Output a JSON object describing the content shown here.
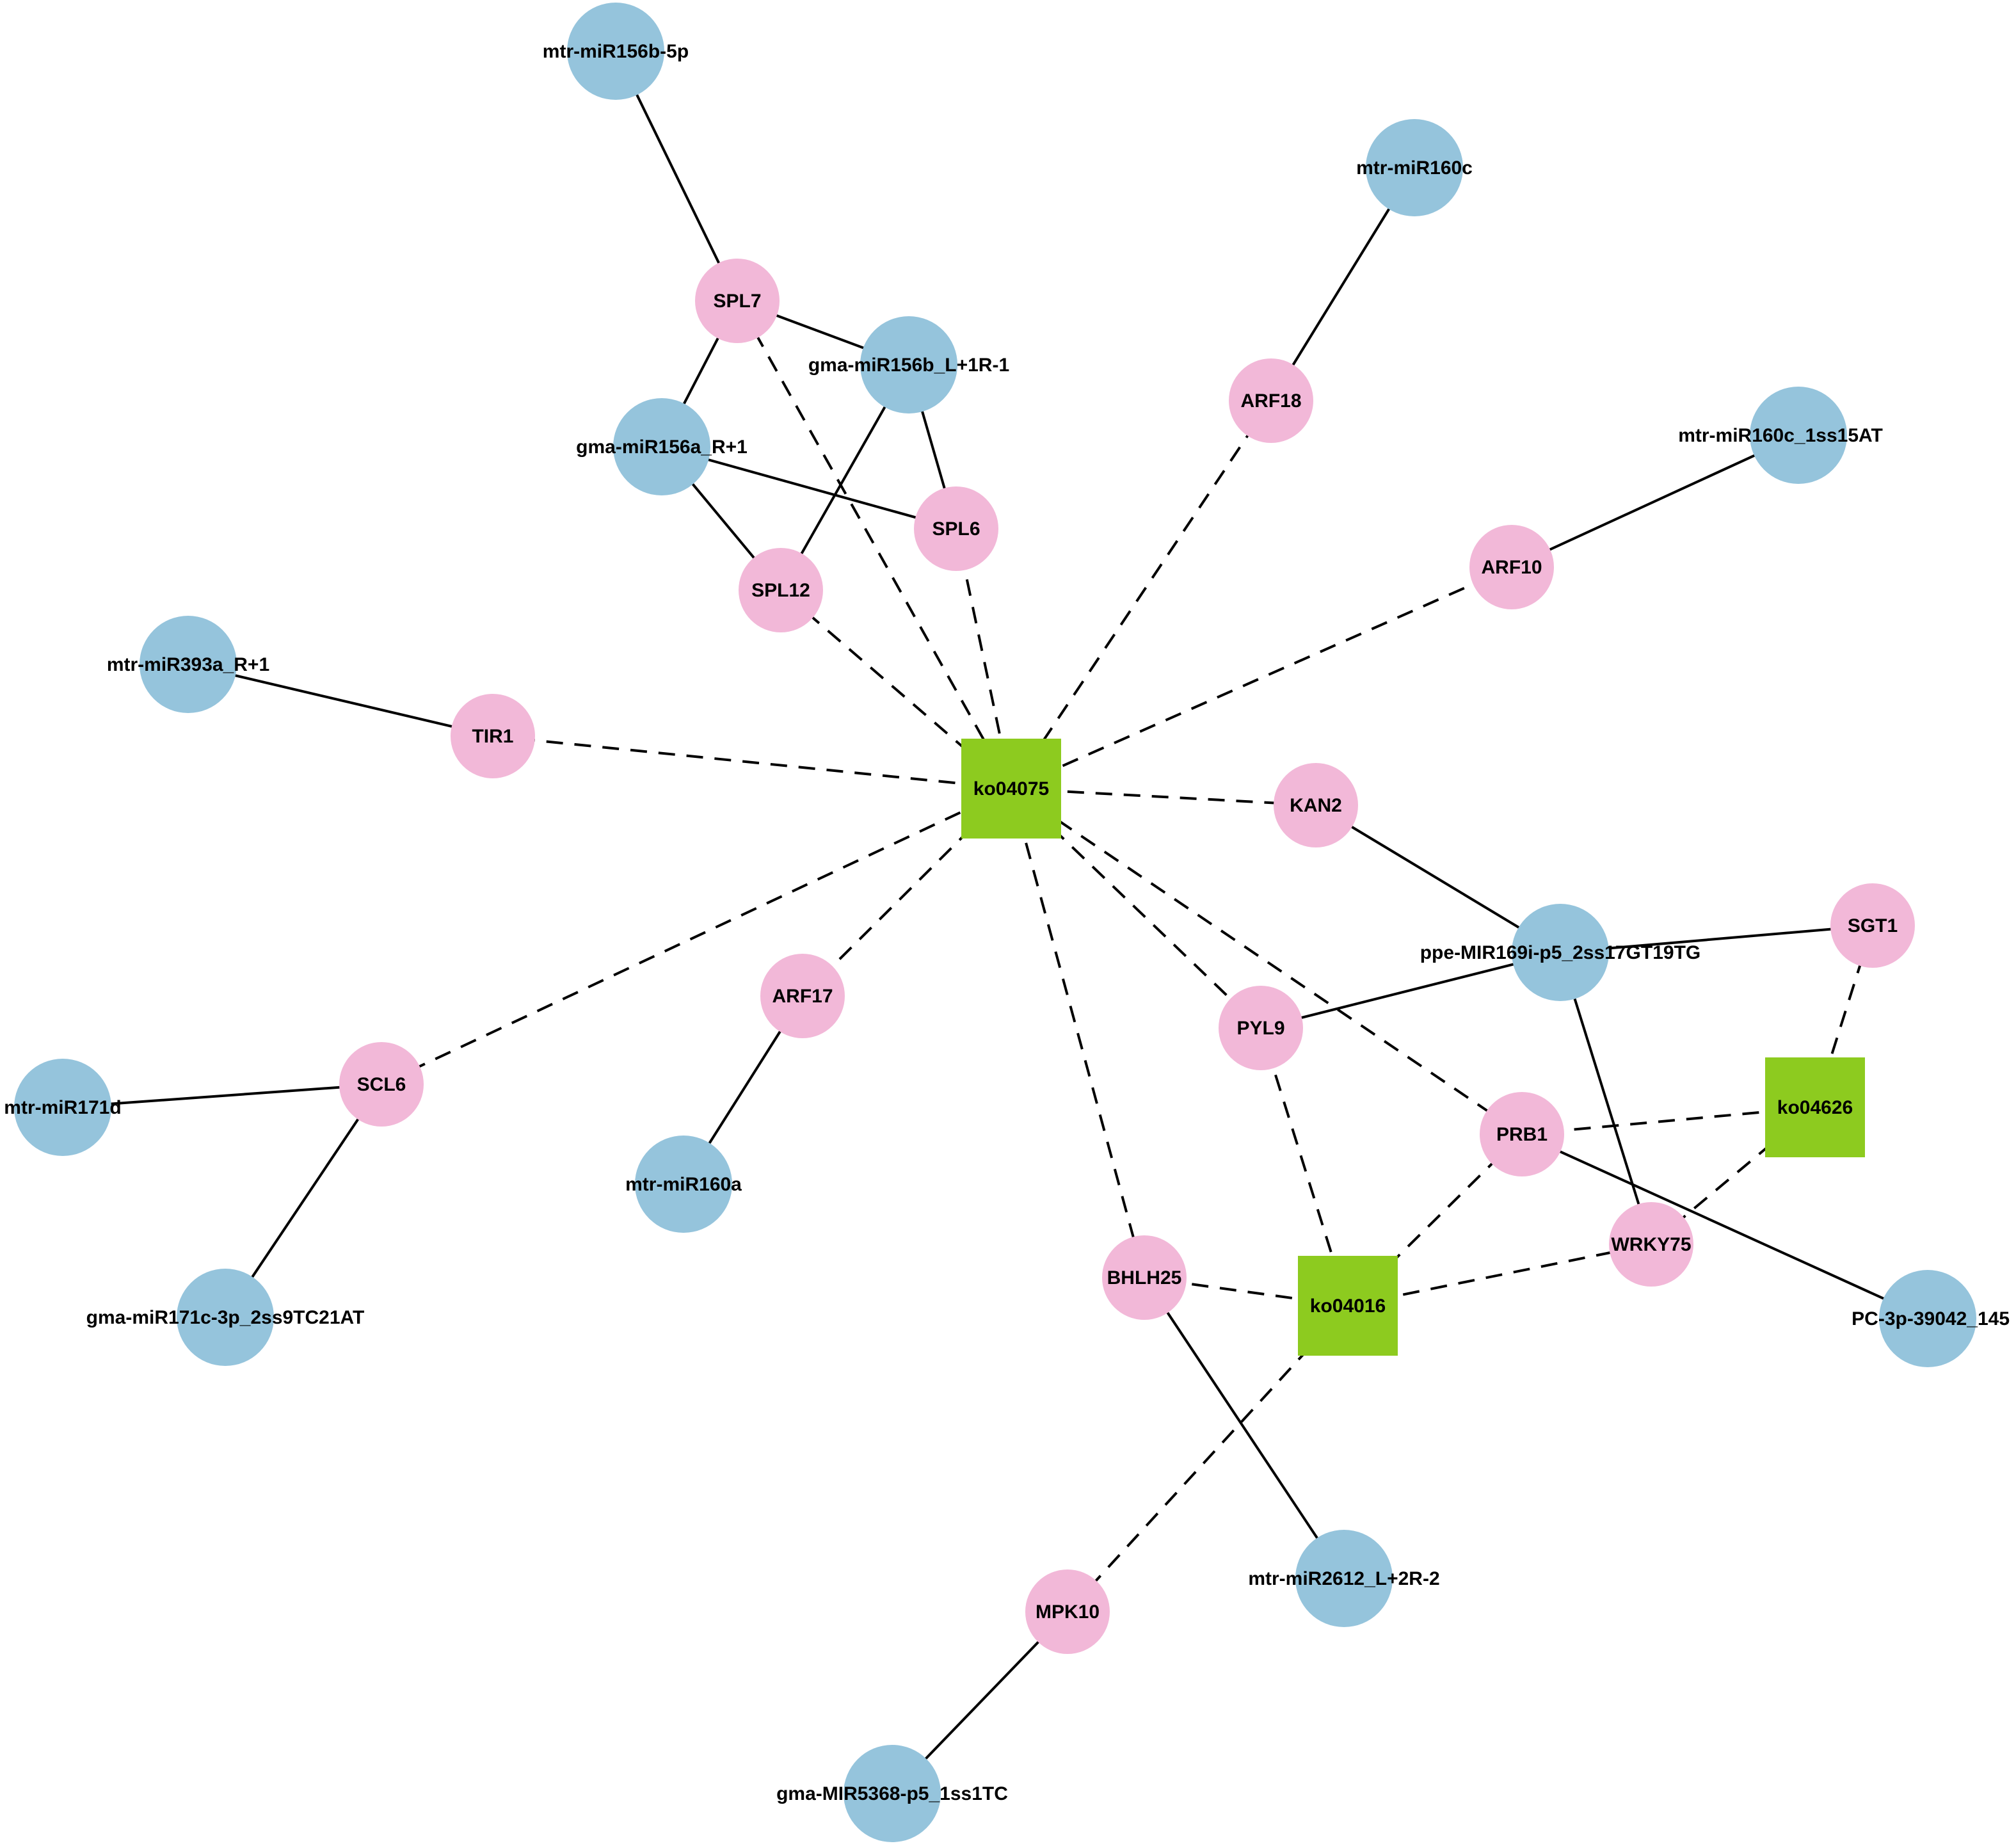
{
  "colors": {
    "mirna": "#95c4dc",
    "gene": "#f2b8d8",
    "pathway": "#8dcb1f",
    "edge": "#000000"
  },
  "nodes": [
    {
      "id": "mtr-miR156b-5p",
      "type": "mirna"
    },
    {
      "id": "mtr-miR160c",
      "type": "mirna"
    },
    {
      "id": "gma-miR156b_L+1R-1",
      "type": "mirna"
    },
    {
      "id": "gma-miR156a_R+1",
      "type": "mirna"
    },
    {
      "id": "mtr-miR160c_1ss15AT",
      "type": "mirna"
    },
    {
      "id": "mtr-miR393a_R+1",
      "type": "mirna"
    },
    {
      "id": "ppe-MIR169i-p5_2ss17GT19TG",
      "type": "mirna"
    },
    {
      "id": "mtr-miR171d",
      "type": "mirna"
    },
    {
      "id": "mtr-miR160a",
      "type": "mirna"
    },
    {
      "id": "gma-miR171c-3p_2ss9TC21AT",
      "type": "mirna"
    },
    {
      "id": "PC-3p-39042_145",
      "type": "mirna"
    },
    {
      "id": "mtr-miR2612_L+2R-2",
      "type": "mirna"
    },
    {
      "id": "gma-MIR5368-p5_1ss1TC",
      "type": "mirna"
    },
    {
      "id": "SPL7",
      "type": "gene"
    },
    {
      "id": "ARF18",
      "type": "gene"
    },
    {
      "id": "SPL6",
      "type": "gene"
    },
    {
      "id": "SPL12",
      "type": "gene"
    },
    {
      "id": "ARF10",
      "type": "gene"
    },
    {
      "id": "TIR1",
      "type": "gene"
    },
    {
      "id": "KAN2",
      "type": "gene"
    },
    {
      "id": "SGT1",
      "type": "gene"
    },
    {
      "id": "ARF17",
      "type": "gene"
    },
    {
      "id": "PYL9",
      "type": "gene"
    },
    {
      "id": "SCL6",
      "type": "gene"
    },
    {
      "id": "PRB1",
      "type": "gene"
    },
    {
      "id": "WRKY75",
      "type": "gene"
    },
    {
      "id": "BHLH25",
      "type": "gene"
    },
    {
      "id": "MPK10",
      "type": "gene"
    },
    {
      "id": "ko04075",
      "type": "pathway"
    },
    {
      "id": "ko04626",
      "type": "pathway"
    },
    {
      "id": "ko04016",
      "type": "pathway"
    }
  ],
  "edges": [
    {
      "source": "mtr-miR156b-5p",
      "target": "SPL7",
      "style": "solid"
    },
    {
      "source": "SPL7",
      "target": "gma-miR156b_L+1R-1",
      "style": "solid"
    },
    {
      "source": "SPL7",
      "target": "gma-miR156a_R+1",
      "style": "solid"
    },
    {
      "source": "gma-miR156b_L+1R-1",
      "target": "SPL6",
      "style": "solid"
    },
    {
      "source": "gma-miR156b_L+1R-1",
      "target": "SPL12",
      "style": "solid"
    },
    {
      "source": "gma-miR156a_R+1",
      "target": "SPL6",
      "style": "solid"
    },
    {
      "source": "gma-miR156a_R+1",
      "target": "SPL12",
      "style": "solid"
    },
    {
      "source": "mtr-miR160c",
      "target": "ARF18",
      "style": "solid"
    },
    {
      "source": "mtr-miR160c_1ss15AT",
      "target": "ARF10",
      "style": "solid"
    },
    {
      "source": "mtr-miR393a_R+1",
      "target": "TIR1",
      "style": "solid"
    },
    {
      "source": "KAN2",
      "target": "ppe-MIR169i-p5_2ss17GT19TG",
      "style": "solid"
    },
    {
      "source": "ppe-MIR169i-p5_2ss17GT19TG",
      "target": "SGT1",
      "style": "solid"
    },
    {
      "source": "ppe-MIR169i-p5_2ss17GT19TG",
      "target": "PYL9",
      "style": "solid"
    },
    {
      "source": "ppe-MIR169i-p5_2ss17GT19TG",
      "target": "WRKY75",
      "style": "solid"
    },
    {
      "source": "ARF17",
      "target": "mtr-miR160a",
      "style": "solid"
    },
    {
      "source": "SCL6",
      "target": "mtr-miR171d",
      "style": "solid"
    },
    {
      "source": "SCL6",
      "target": "gma-miR171c-3p_2ss9TC21AT",
      "style": "solid"
    },
    {
      "source": "PRB1",
      "target": "PC-3p-39042_145",
      "style": "solid"
    },
    {
      "source": "BHLH25",
      "target": "mtr-miR2612_L+2R-2",
      "style": "solid"
    },
    {
      "source": "MPK10",
      "target": "gma-MIR5368-p5_1ss1TC",
      "style": "solid"
    },
    {
      "source": "ko04075",
      "target": "SPL7",
      "style": "dashed"
    },
    {
      "source": "ko04075",
      "target": "SPL6",
      "style": "dashed"
    },
    {
      "source": "ko04075",
      "target": "SPL12",
      "style": "dashed"
    },
    {
      "source": "ko04075",
      "target": "ARF18",
      "style": "dashed"
    },
    {
      "source": "ko04075",
      "target": "ARF10",
      "style": "dashed"
    },
    {
      "source": "ko04075",
      "target": "TIR1",
      "style": "dashed"
    },
    {
      "source": "ko04075",
      "target": "KAN2",
      "style": "dashed"
    },
    {
      "source": "ko04075",
      "target": "ARF17",
      "style": "dashed"
    },
    {
      "source": "ko04075",
      "target": "SCL6",
      "style": "dashed"
    },
    {
      "source": "ko04075",
      "target": "PYL9",
      "style": "dashed"
    },
    {
      "source": "ko04075",
      "target": "PRB1",
      "style": "dashed"
    },
    {
      "source": "ko04075",
      "target": "BHLH25",
      "style": "dashed"
    },
    {
      "source": "ko04626",
      "target": "SGT1",
      "style": "dashed"
    },
    {
      "source": "ko04626",
      "target": "PRB1",
      "style": "dashed"
    },
    {
      "source": "ko04626",
      "target": "WRKY75",
      "style": "dashed"
    },
    {
      "source": "ko04016",
      "target": "PYL9",
      "style": "dashed"
    },
    {
      "source": "ko04016",
      "target": "PRB1",
      "style": "dashed"
    },
    {
      "source": "ko04016",
      "target": "WRKY75",
      "style": "dashed"
    },
    {
      "source": "ko04016",
      "target": "BHLH25",
      "style": "dashed"
    },
    {
      "source": "ko04016",
      "target": "MPK10",
      "style": "dashed"
    }
  ]
}
